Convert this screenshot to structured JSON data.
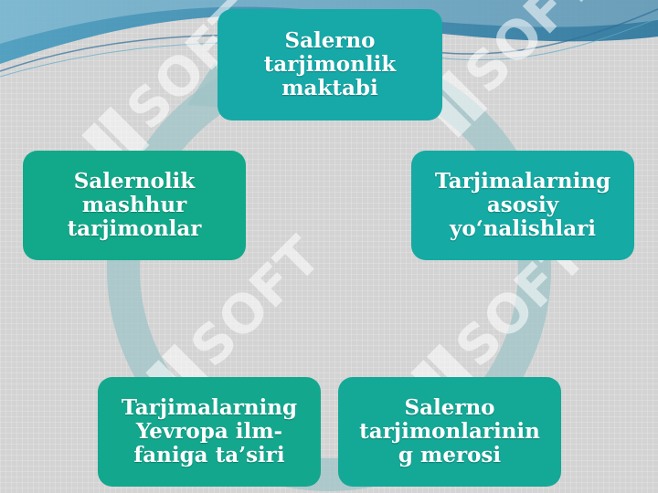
{
  "colors": {
    "teal": "#14a8a8",
    "green_teal": "#12a98a",
    "cycle_ring": "#9fc4c7",
    "header_wave": "#2a8bb0",
    "watermark": "#ffffff"
  },
  "diagram": {
    "type": "cycle",
    "nodes": [
      {
        "id": "top",
        "lines": [
          "Salerno",
          "tarjimonlik",
          "maktabi"
        ]
      },
      {
        "id": "right",
        "lines": [
          "Tarjimalarning",
          "asosiy",
          "yo‘nalishlari"
        ]
      },
      {
        "id": "bottom-right",
        "lines": [
          "Salerno",
          "tarjimonlarinin",
          "g merosi"
        ]
      },
      {
        "id": "bottom-left",
        "lines": [
          "Tarjimalarning",
          "Yevropa ilm-",
          "faniga ta’siri"
        ]
      },
      {
        "id": "left",
        "lines": [
          "Salernolik",
          "mashhur",
          "tarjimonlar"
        ]
      }
    ]
  },
  "watermark": {
    "text": "SOFT",
    "logo_icon": "bt-logo-icon"
  }
}
